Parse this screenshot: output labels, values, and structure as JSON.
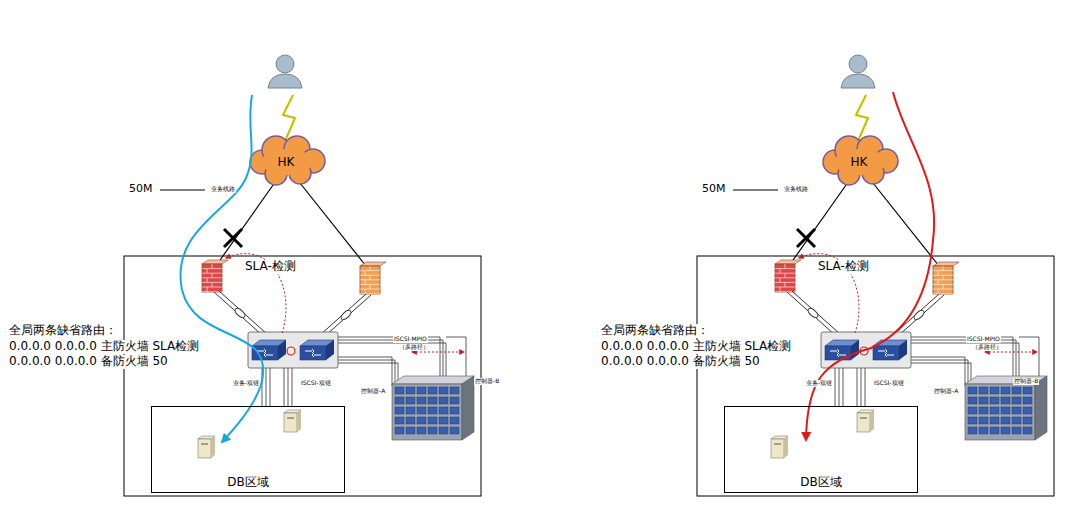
{
  "diagram": {
    "nodes": [
      {
        "text": [
          "HK"
        ]
      },
      {
        "text": [
          "DB区域"
        ]
      },
      {
        "text": [
          "HK"
        ]
      },
      {
        "text": [
          "DB区域"
        ]
      }
    ],
    "labels": [
      "50M",
      "业务线路",
      "SLA-检测",
      "全局两条缺省路由：",
      "0.0.0.0 0.0.0.0 主防火墙 SLA检测",
      "0.0.0.0 0.0.0.0 备防火墙 50",
      "ISCSI-MPIO",
      "（多路径）",
      "控制器-B",
      "控制器-A",
      "业务-双链",
      "ISCSI-双链",
      "50M",
      "业务线路",
      "SLA-检测",
      "全局两条缺省路由：",
      "0.0.0.0 0.0.0.0 主防火墙 SLA检测",
      "0.0.0.0 0.0.0.0 备防火墙 50",
      "ISCSI-MPIO",
      "（多路径）",
      "控制器-B",
      "控制器-A",
      "业务-双链",
      "ISCSI-双链"
    ]
  }
}
